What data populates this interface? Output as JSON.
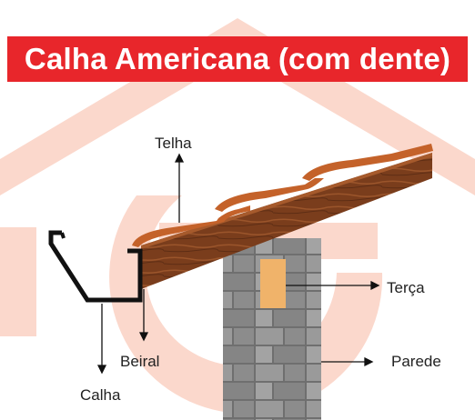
{
  "title": "Calha Americana (com dente)",
  "labels": {
    "telha": "Telha",
    "terca": "Terça",
    "parede": "Parede",
    "beiral": "Beiral",
    "calha": "Calha"
  },
  "colors": {
    "banner": "#e8262b",
    "banner_text": "#ffffff",
    "watermark": "#fbd8cc",
    "tile": "#c4622a",
    "wood": "#7a3d1c",
    "purlin": "#f0b36a",
    "stone": "#8a8a8a",
    "gutter": "#111111"
  }
}
